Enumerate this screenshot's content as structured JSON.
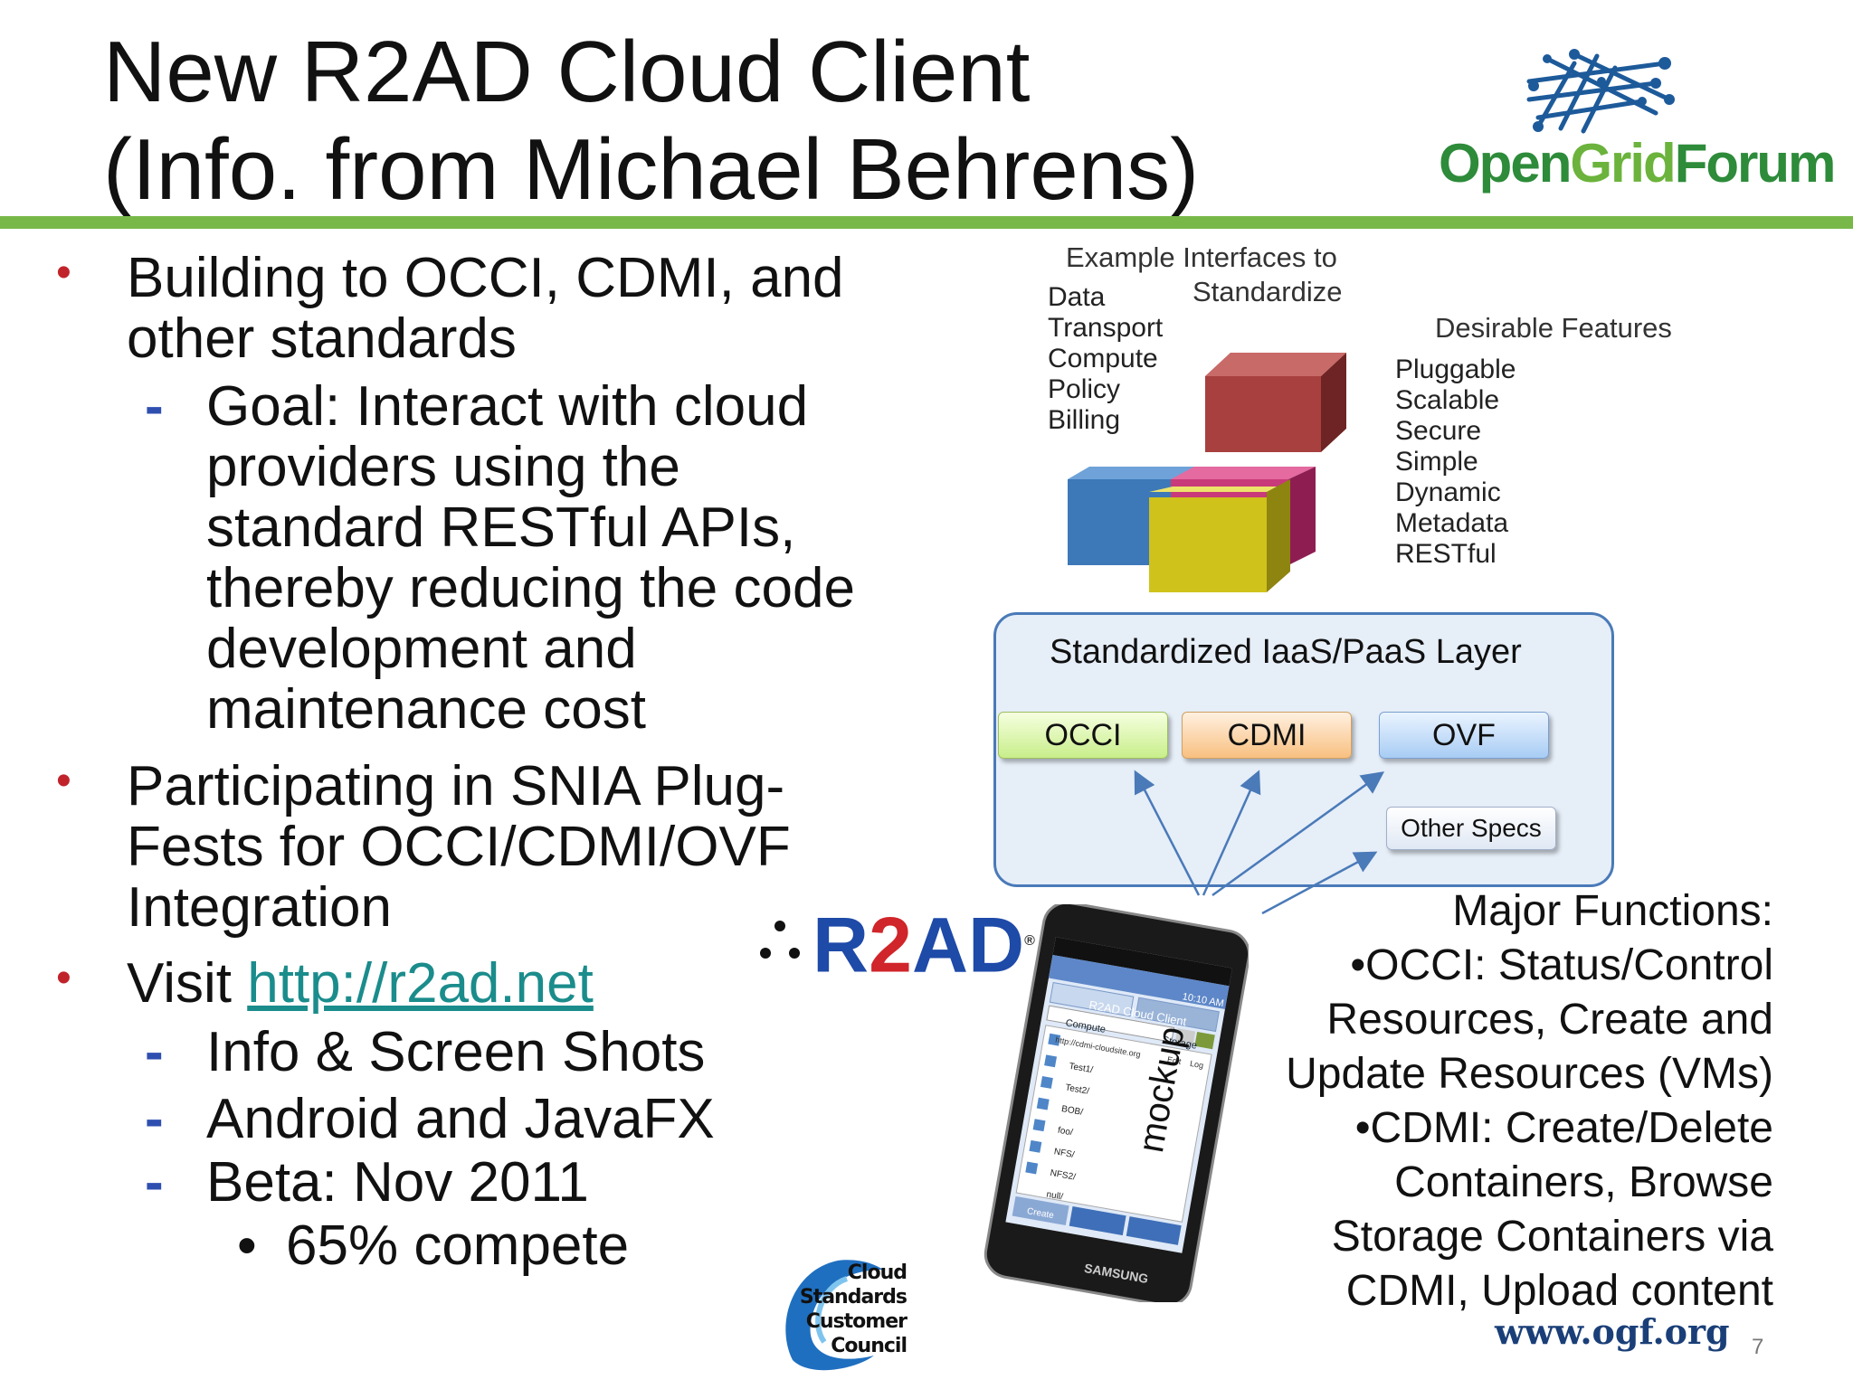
{
  "title": {
    "line1": "New R2AD Cloud Client",
    "line2": "(Info. from Michael Behrens)"
  },
  "ogf_logo": {
    "open": "Open",
    "grid": "Grid",
    "forum": "Forum",
    "accent_color": "#78b848"
  },
  "bullets": [
    {
      "lines": [
        "Building to OCCI, CDMI, and",
        "other standards"
      ]
    },
    {
      "lines": [
        "Goal: Interact with cloud",
        "providers using the",
        "standard RESTful APIs,",
        "thereby reducing the code",
        "development and",
        "maintenance cost"
      ]
    },
    {
      "lines": [
        "Participating in SNIA Plug-",
        "Fests for OCCI/CDMI/OVF",
        "Integration"
      ]
    },
    {
      "prefix": "Visit ",
      "link": "http://r2ad.net"
    },
    {
      "text": "Info & Screen Shots"
    },
    {
      "text": "Android and JavaFX"
    },
    {
      "text": "Beta: Nov 2011"
    },
    {
      "text": "65% compete"
    }
  ],
  "diagram": {
    "interfaces_heading_1": "Example Interfaces to",
    "interfaces_heading_2": "Standardize",
    "interfaces": [
      "Data",
      "Transport",
      "Compute",
      "Policy",
      "Billing"
    ],
    "features_heading": "Desirable Features",
    "features": [
      "Pluggable",
      "Scalable",
      "Secure",
      "Simple",
      "Dynamic",
      "Metadata",
      "RESTful"
    ],
    "layer_title": "Standardized IaaS/PaaS Layer",
    "specs": [
      "OCCI",
      "CDMI",
      "OVF"
    ],
    "other_specs": "Other Specs"
  },
  "r2ad_logo": {
    "text_r": "R",
    "text_2": "2",
    "text_ad": "AD",
    "reg": "®"
  },
  "phone": {
    "header": "R2AD Cloud Client",
    "time": "10:10 AM",
    "tab1": "Compute",
    "tab2": "Storage",
    "url": "http://cdmi-cloudsite.org",
    "edit": "Edit",
    "log": "Log",
    "items": [
      "Test1/",
      "Test2/",
      "BOB/",
      "foo/",
      "NFS/",
      "NFS2/",
      "null/"
    ],
    "create": "Create",
    "brand": "SAMSUNG",
    "overlay": "mockup"
  },
  "major_functions": [
    "Major Functions:",
    "•OCCI:  Status/Control",
    "Resources, Create and",
    "Update Resources (VMs)",
    "•CDMI:  Create/Delete",
    "Containers, Browse",
    "Storage Containers via",
    "CDMI, Upload content"
  ],
  "csc_logo": [
    "Cloud",
    "Standards",
    "Customer",
    "Council"
  ],
  "footer": {
    "url": "www.ogf.org",
    "page": "7"
  }
}
